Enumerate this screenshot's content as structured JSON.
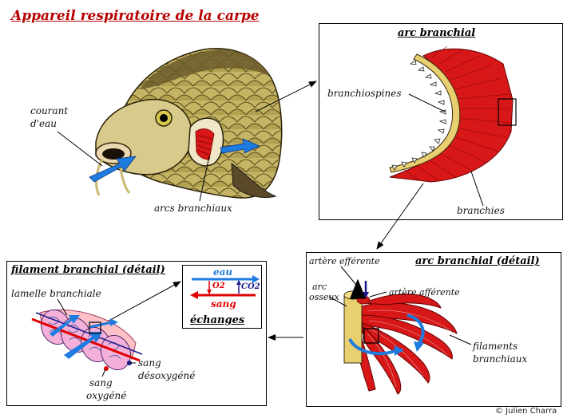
{
  "title": "Appareil respiratoire de la carpe",
  "labels": {
    "courant_eau": [
      "courant",
      "d'eau"
    ],
    "arcs_branchiaux": "arcs branchiaux",
    "arc_branchial_header": "arc branchial",
    "branchiospines": "branchiospines",
    "branchies": "branchies",
    "arc_detail_header": "arc branchial (détail)",
    "artere_efferente": "artère efférente",
    "artere_afferente": "artère afférente",
    "arc_osseux": [
      "arc",
      "osseux"
    ],
    "filaments_branchiaux": [
      "filaments",
      "branchiaux"
    ],
    "filament_detail_header": "filament branchial (détail)",
    "lamelle_branchiale": "lamelle branchiale",
    "sang_desoxygene": [
      "sang",
      "désoxygéné"
    ],
    "sang_oxygene": [
      "sang",
      "oxygéné"
    ]
  },
  "legend": {
    "eau": "eau",
    "sang": "sang",
    "o2": "O2",
    "co2": "CO2",
    "echanges": "échanges",
    "water_color": "#1e7be0",
    "blood_color": "#e00000",
    "co2_color": "#1a1a8a"
  },
  "credit": "© Julien Charra",
  "colors": {
    "gill_red": "#d81818",
    "fish_skin": "#b8a860",
    "fish_dark": "#6b5a2a",
    "bone": "#e8d070",
    "title_red": "#b80000"
  }
}
